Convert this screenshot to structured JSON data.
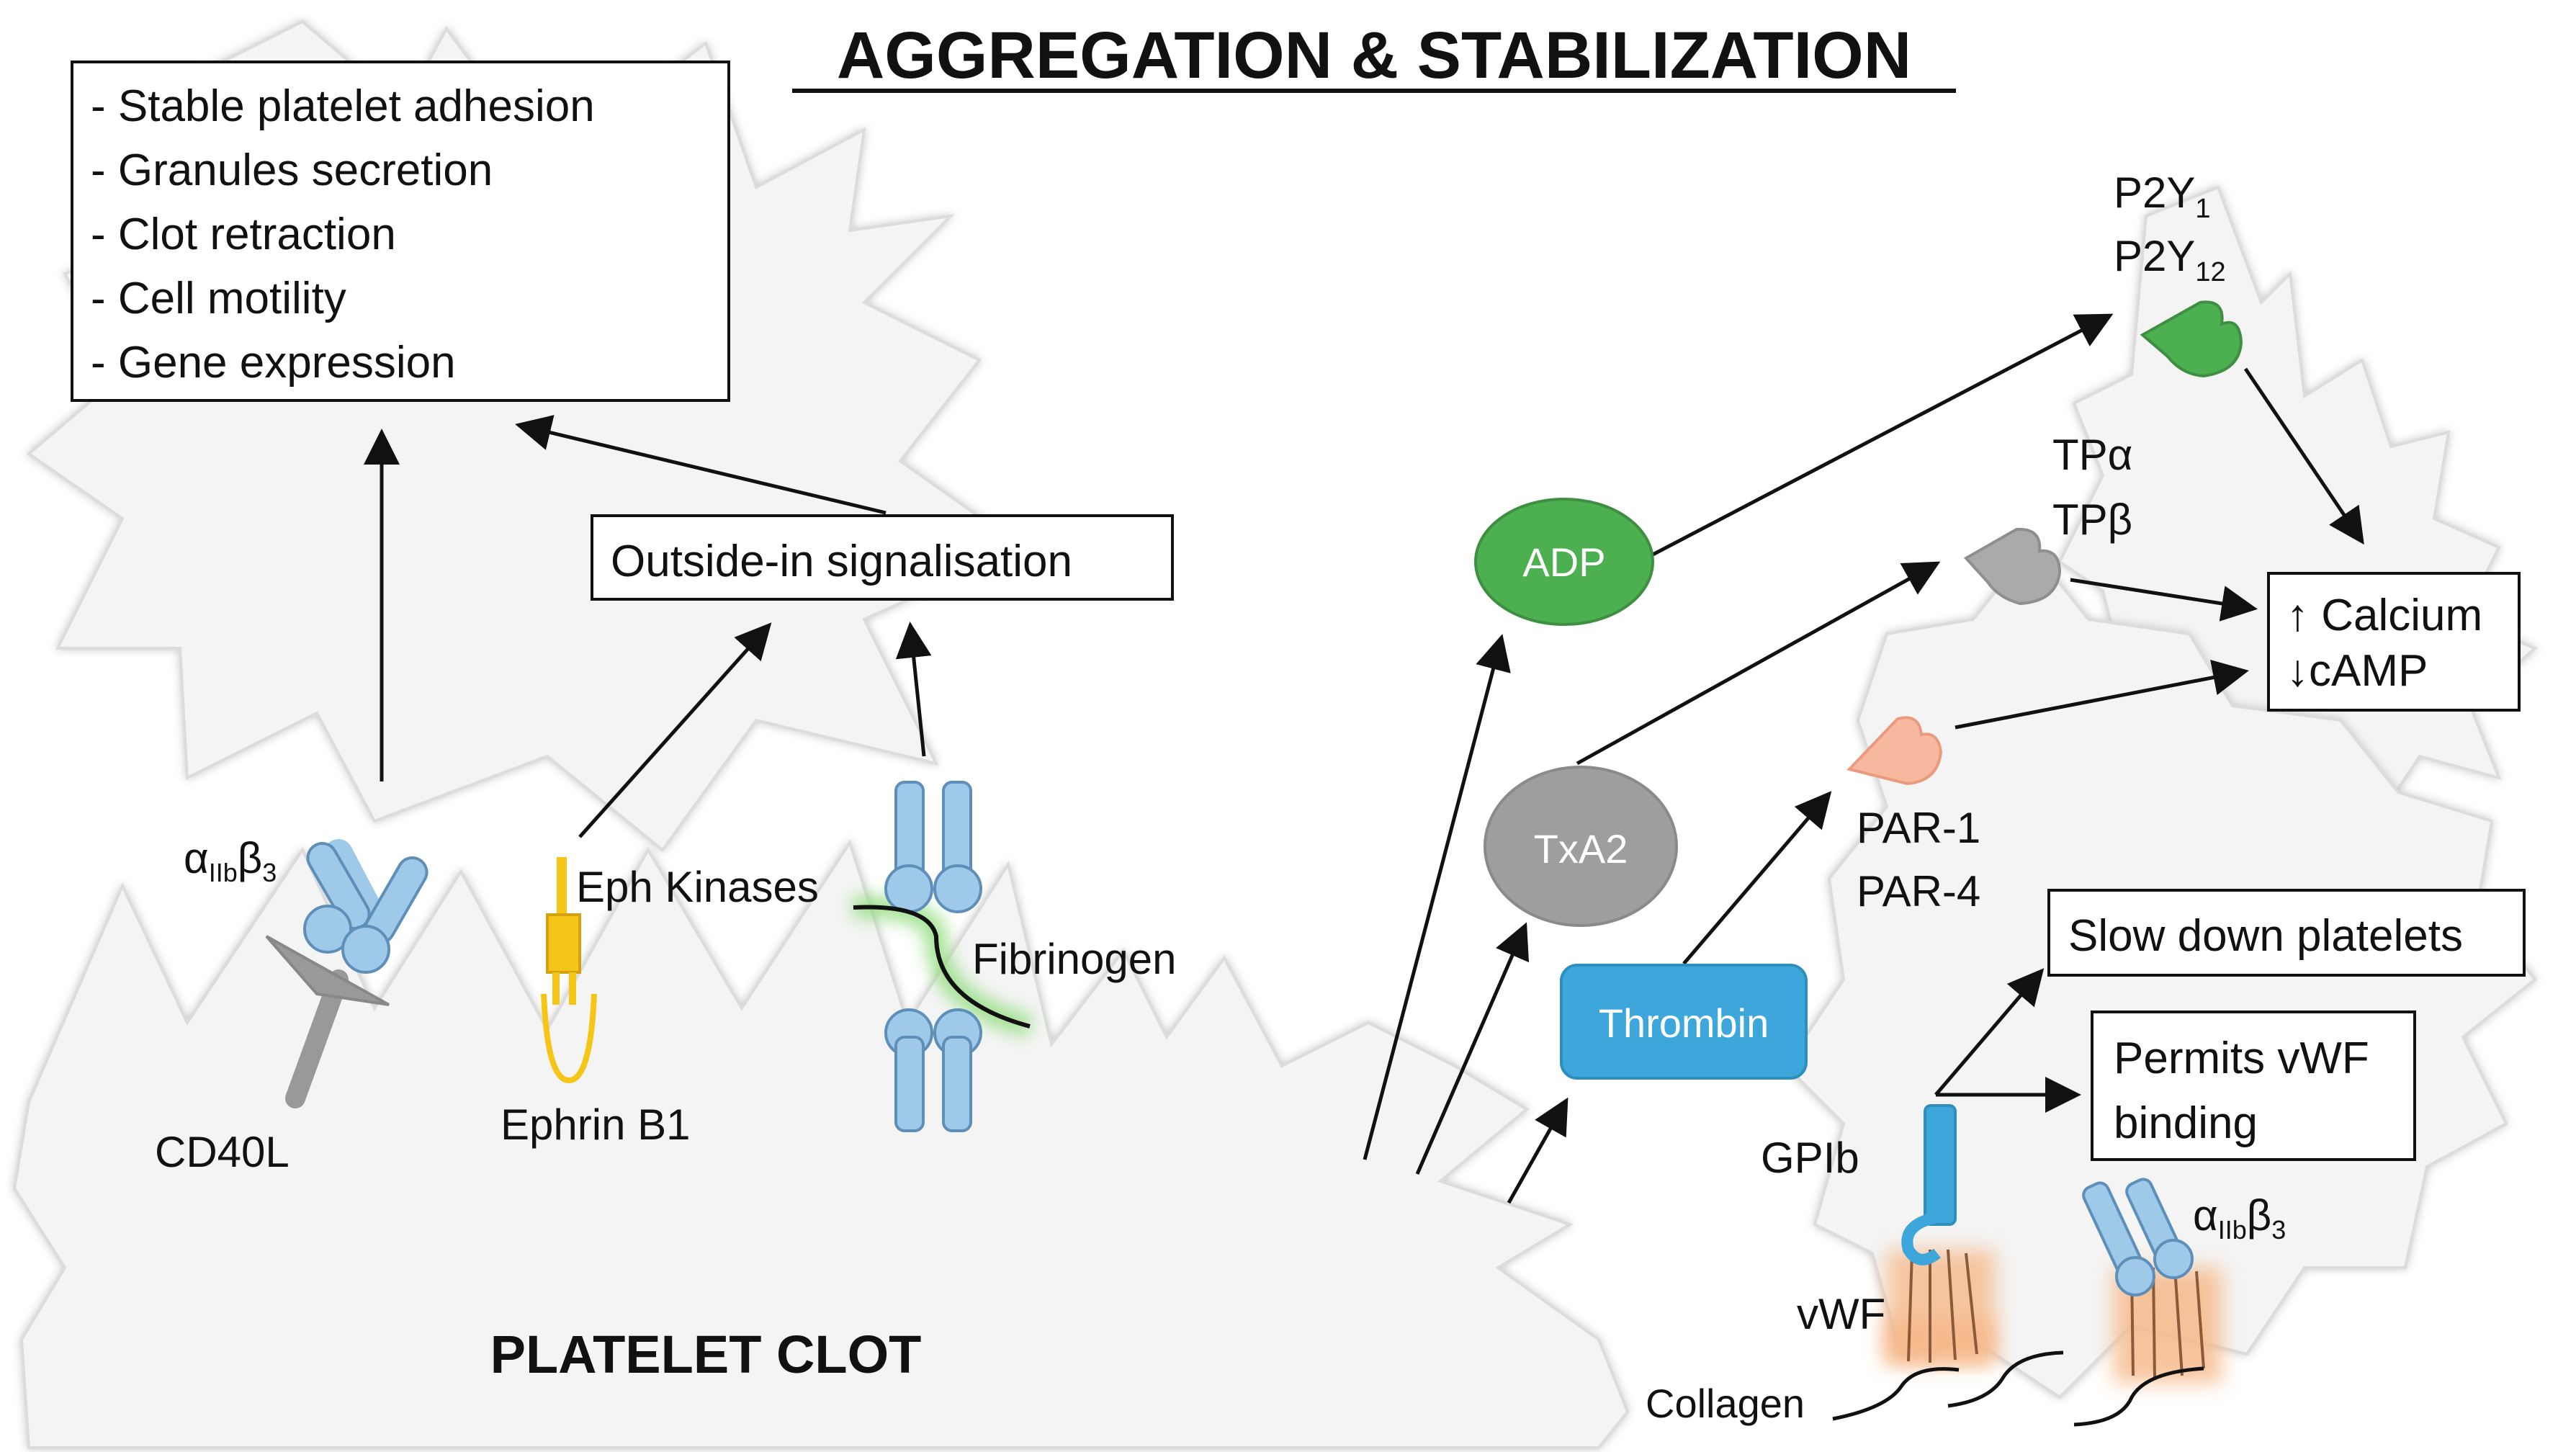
{
  "title": "AGGREGATION & STABILIZATION",
  "outcomes_box": {
    "items": [
      "- Stable platelet adhesion",
      "- Granules secretion",
      "- Clot retraction",
      "- Cell motility",
      "- Gene expression"
    ]
  },
  "outside_in_box": "Outside-in signalisation",
  "left_labels": {
    "integrin_alpha": "α",
    "integrin_sub": "IIb",
    "integrin_beta": "β",
    "integrin_sub2": "3",
    "cd40l": "CD40L",
    "eph_kinases": "Eph Kinases",
    "ephrin_b1": "Ephrin B1",
    "fibrinogen": "Fibrinogen"
  },
  "platelet_clot": "PLATELET CLOT",
  "nodes": {
    "adp": "ADP",
    "txa2": "TxA2",
    "thrombin": "Thrombin"
  },
  "receptors": {
    "p2y": "P2Y",
    "p2y1_sub": "1",
    "p2y12_sub": "12",
    "tp_alpha": "TPα",
    "tp_beta": "TPβ",
    "par1": "PAR-1",
    "par4": "PAR-4",
    "gpib": "GPIb",
    "vwf": "vWF",
    "collagen": "Collagen",
    "integrin_alpha": "α",
    "integrin_sub": "IIb",
    "integrin_beta": "β",
    "integrin_sub2": "3"
  },
  "calcium_box": {
    "line1": "↑ Calcium",
    "line2": "↓cAMP"
  },
  "slow_box": "Slow down platelets",
  "permits_box": {
    "line1": "Permits vWF",
    "line2": "binding"
  },
  "colors": {
    "adp": "#4caf50",
    "txa2": "#9e9e9e",
    "thrombin": "#3da7dc",
    "receptor_blue": "#9ec9e8",
    "ephrin_yellow": "#f5c518",
    "par_peach": "#f7b8a0",
    "platelet_fill": "#f4f4f4"
  }
}
